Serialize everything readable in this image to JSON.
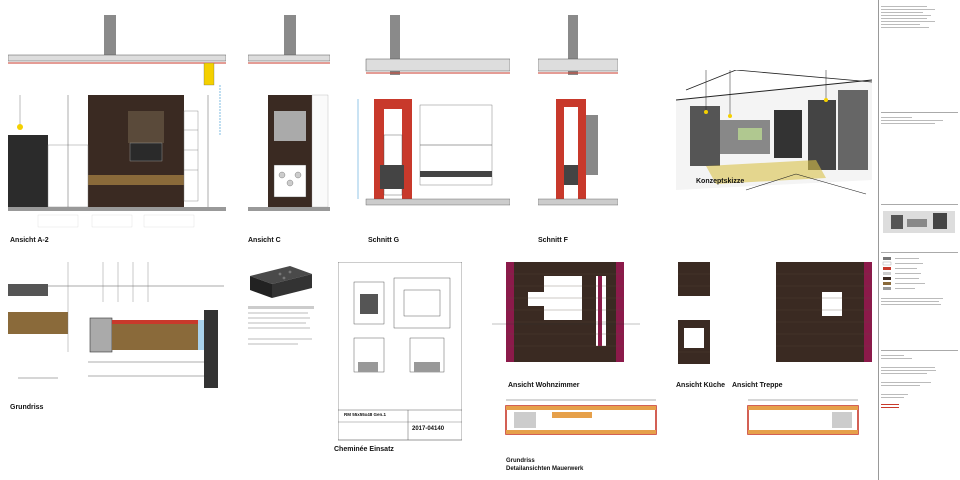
{
  "drawings": {
    "ansicht_a2": "Ansicht A-2",
    "ansicht_c": "Ansicht C",
    "schnitt_g": "Schnitt G",
    "schnitt_f": "Schnitt F",
    "konzeptskizze": "Konzeptskizze",
    "grundriss": "Grundriss",
    "cheminee_einsatz": "Cheminée Einsatz",
    "ansicht_wohnzimmer": "Ansicht Wohnzimmer",
    "ansicht_kueche": "Ansicht Küche",
    "ansicht_treppe": "Ansicht Treppe",
    "grundriss_detail_line1": "Grundriss",
    "grundriss_detail_line2": "Detailansichten Mauerwerk"
  },
  "insert_sheet": {
    "model": "RM 55x55x48 Gen.1",
    "number": "2017-04140"
  },
  "colors": {
    "brick_dark": "#3a2a22",
    "brick_red": "#c8392b",
    "accent_magenta": "#8b1a4a",
    "wood": "#8a6a3a",
    "grey": "#6b6b6b",
    "light": "#e8e8e8"
  }
}
